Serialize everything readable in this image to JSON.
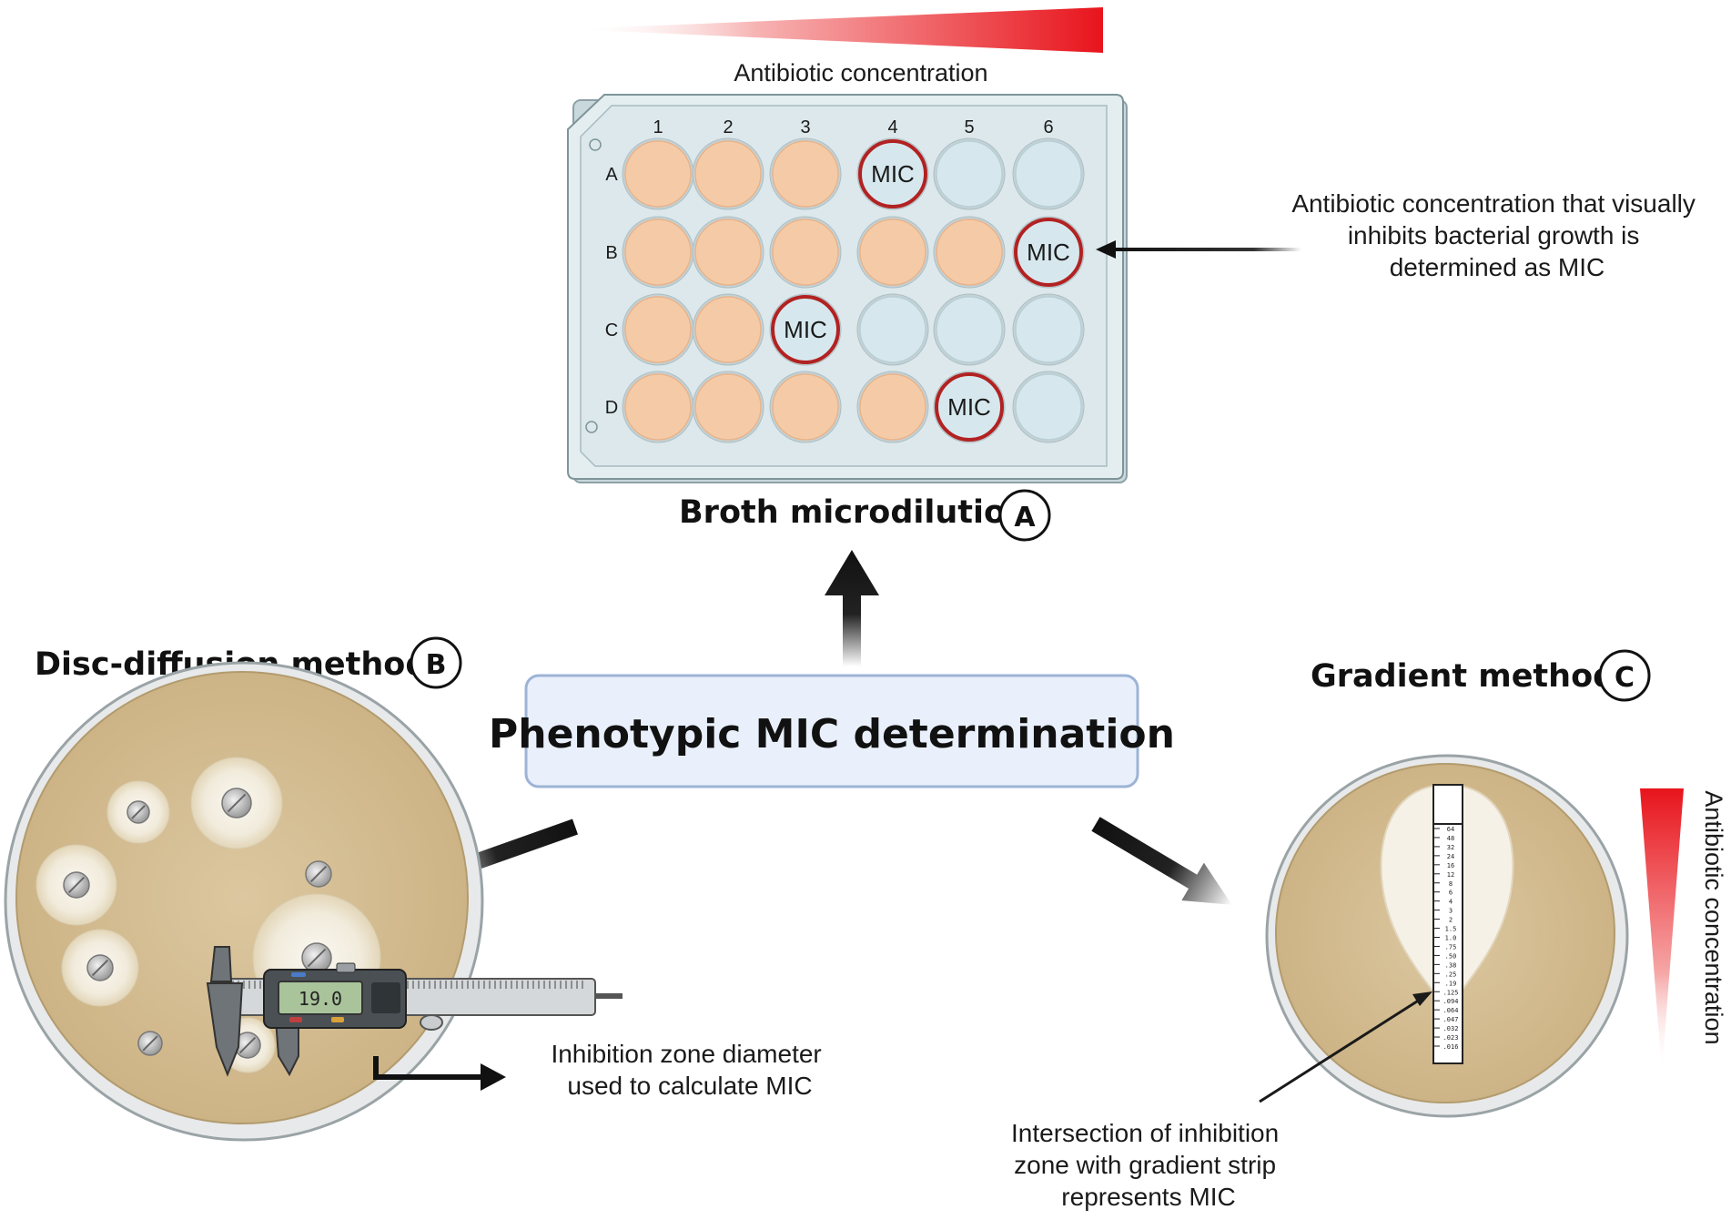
{
  "colors": {
    "red": "#e8141c",
    "growth_well": "#f5cba7",
    "clear_well": "#d6e8ee",
    "mic_ring": "#b22222",
    "plate": "#dde9ec",
    "agar": "#dac49a",
    "center_box_fill": "#e9f0fb",
    "center_box_stroke": "#9db3d6"
  },
  "center": {
    "title": "Phenotypic MIC determination"
  },
  "panel_a": {
    "gradient_label": "Antibiotic concentration",
    "title": "Broth microdilution",
    "badge": "A",
    "columns": [
      "1",
      "2",
      "3",
      "4",
      "5",
      "6"
    ],
    "rows": [
      "A",
      "B",
      "C",
      "D"
    ],
    "mic_label": "MIC",
    "mic_column_index_by_row": [
      3,
      5,
      2,
      4
    ],
    "annotation": [
      "Antibiotic concentration that visually",
      "inhibits bacterial growth is",
      "determined as MIC"
    ]
  },
  "panel_b": {
    "title": "Disc-diffusion method",
    "badge": "B",
    "caliper_reading": "19.0",
    "annotation": [
      "Inhibition zone diameter",
      "used to calculate MIC"
    ]
  },
  "panel_c": {
    "title": "Gradient method",
    "badge": "C",
    "side_label": "Antibiotic concentration",
    "strip_scale": [
      "64",
      "48",
      "32",
      "24",
      "16",
      "12",
      "8",
      "6",
      "4",
      "3",
      "2",
      "1.5",
      "1.0",
      ".75",
      ".50",
      ".38",
      ".25",
      ".19",
      ".125",
      ".094",
      ".064",
      ".047",
      ".032",
      ".023",
      ".016"
    ],
    "annotation": [
      "Intersection of inhibition",
      "zone with gradient strip",
      "represents MIC"
    ]
  }
}
